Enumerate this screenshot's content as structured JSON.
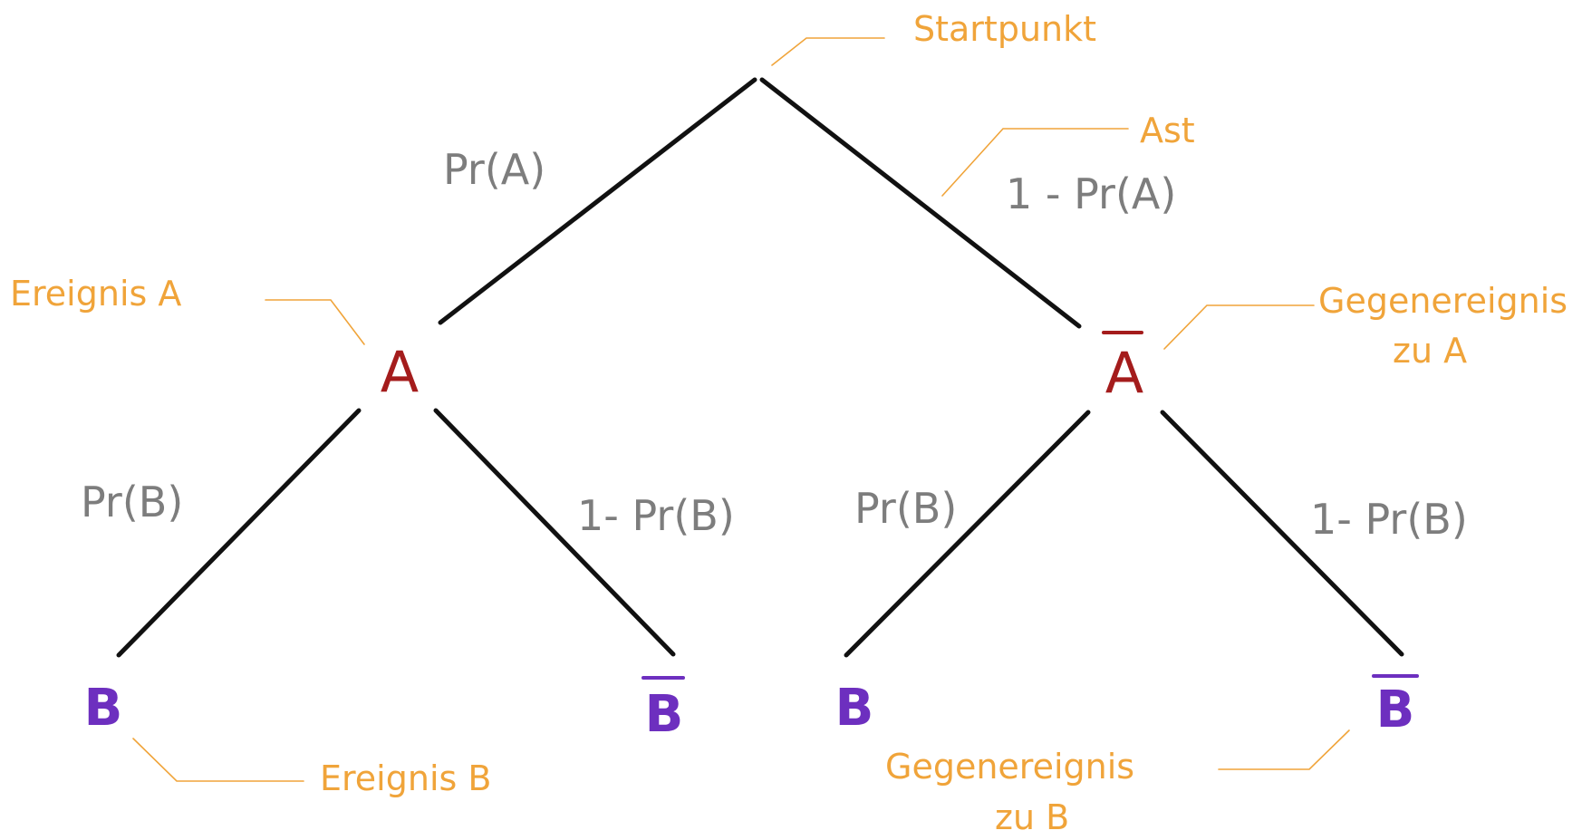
{
  "colors": {
    "edge": "#111111",
    "probability": "#7d7d7d",
    "annotation": "#f0a43a",
    "event_a": "#a41c1c",
    "event_b": "#6d2fbf"
  },
  "nodes": {
    "a": "A",
    "a_complement": "A",
    "b_left": "B",
    "b_complement_left": "B",
    "b_right": "B",
    "b_complement_right": "B"
  },
  "probabilities": {
    "pr_a": "Pr(A)",
    "one_minus_pr_a": "1 - Pr(A)",
    "pr_b_left": "Pr(B)",
    "one_minus_pr_b_left": "1- Pr(B)",
    "pr_b_right": "Pr(B)",
    "one_minus_pr_b_right": "1- Pr(B)"
  },
  "annotations": {
    "startpunkt": "Startpunkt",
    "ast": "Ast",
    "ereignis_a": "Ereignis A",
    "gegenereignis_a_line1": "Gegenereignis",
    "gegenereignis_a_line2": "zu A",
    "ereignis_b": "Ereignis B",
    "gegenereignis_b_line1": "Gegenereignis",
    "gegenereignis_b_line2": "zu B"
  }
}
